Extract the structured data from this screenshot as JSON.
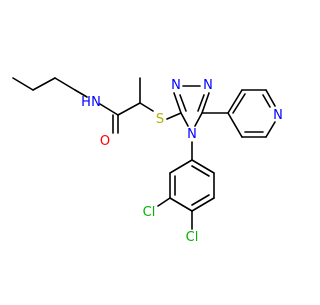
{
  "molecule": {
    "atom_labels": {
      "amide_nh": "N",
      "amide_h": "H",
      "carbonyl_o": "O",
      "thioether_s": "S",
      "triazole_n1": "N",
      "triazole_n2": "N",
      "triazole_n4": "N",
      "pyridine_n": "N",
      "chlorine_3": "Cl",
      "chlorine_4": "Cl"
    },
    "colors": {
      "bond": "#000000",
      "nitrogen": "#0000ff",
      "oxygen": "#ff0000",
      "sulfur": "#b2b200",
      "chlorine": "#00b300"
    }
  }
}
